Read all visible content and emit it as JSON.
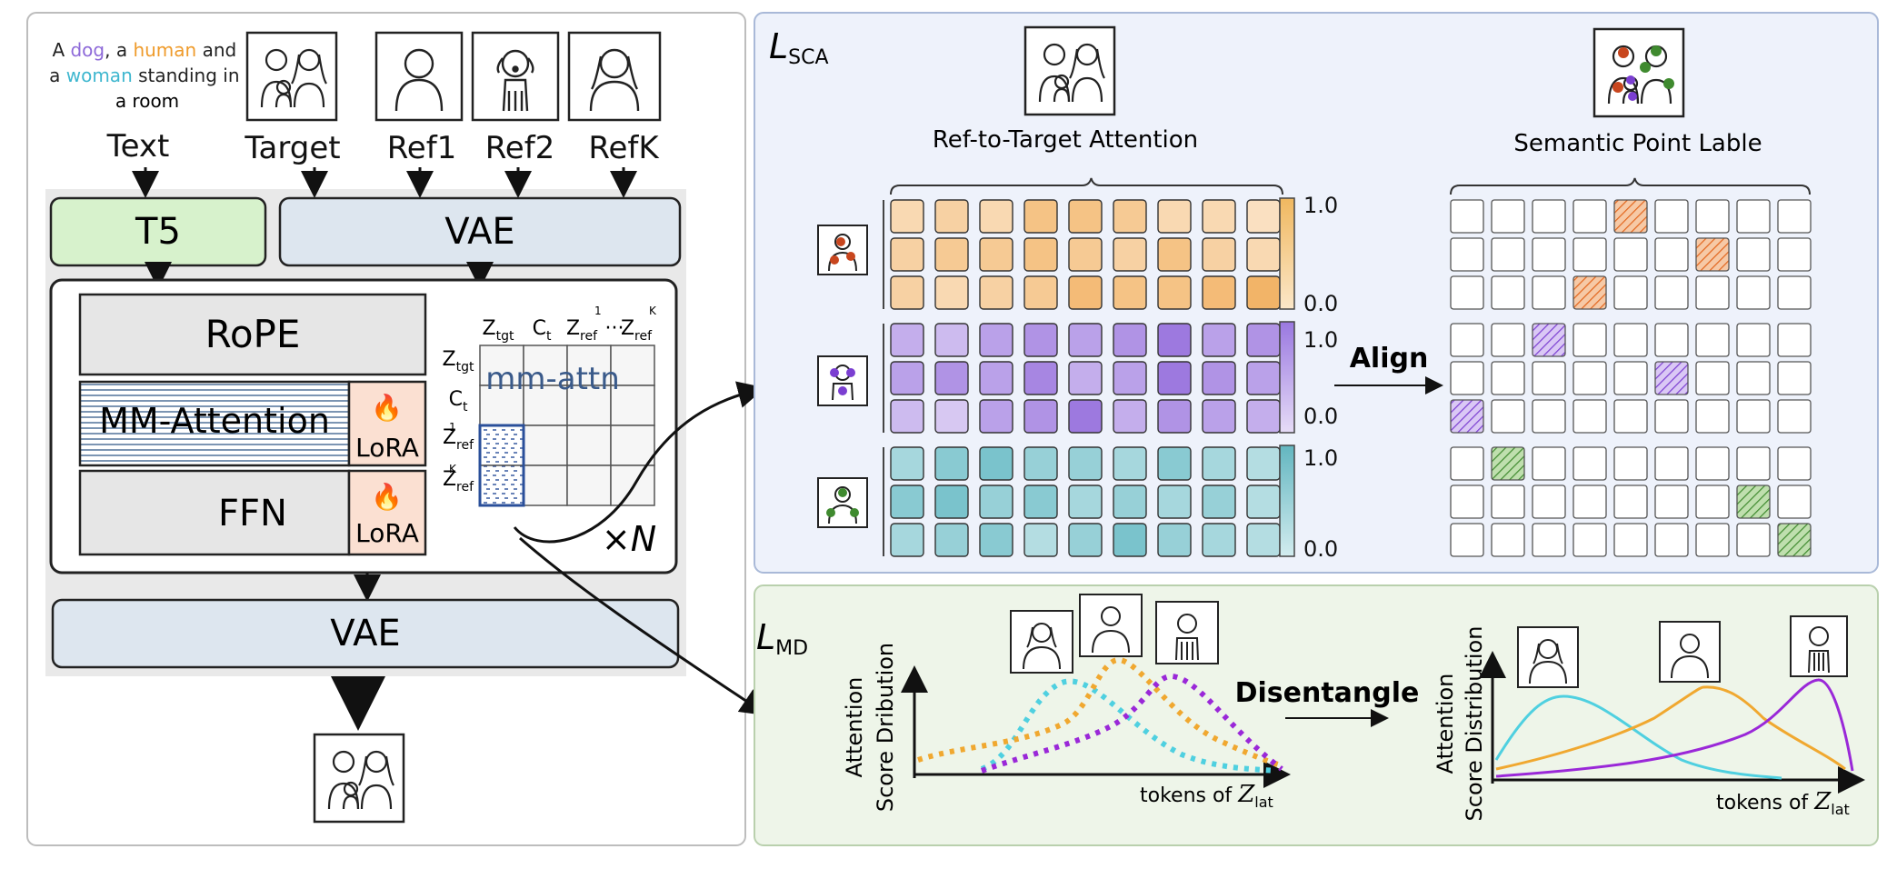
{
  "left": {
    "caption_parts": [
      {
        "text": "A ",
        "color": "#222222"
      },
      {
        "text": "dog",
        "color": "#8e6ad9"
      },
      {
        "text": ", a ",
        "color": "#222222"
      },
      {
        "text": "human",
        "color": "#ef9b2b"
      },
      {
        "text": " and",
        "color": "#222222"
      }
    ],
    "caption_line2_parts": [
      {
        "text": "a ",
        "color": "#222222"
      },
      {
        "text": "woman",
        "color": "#3fb7cf"
      },
      {
        "text": " standing in",
        "color": "#222222"
      }
    ],
    "caption_line3": "a room",
    "inputs": [
      "Text",
      "Target",
      "Ref1",
      "Ref2",
      "RefK"
    ],
    "t5": "T5",
    "vae_top": "VAE",
    "rope": "RoPE",
    "mm_attention": "MM-Attention",
    "lora": "LoRA",
    "ffn": "FFN",
    "repeat": "×N",
    "vae_bottom": "VAE",
    "matrix": {
      "col_headers": [
        "Z",
        "C",
        "Z",
        "···",
        "Z"
      ],
      "col_subs": [
        "tgt",
        "t",
        "ref",
        "",
        "ref"
      ],
      "col_sups": [
        "",
        "",
        "1",
        "",
        "K"
      ],
      "row_headers": [
        "Z",
        "C",
        "Z",
        "Z"
      ],
      "row_subs": [
        "tgt",
        "t",
        "ref",
        "ref"
      ],
      "row_sups": [
        "",
        "",
        "1",
        "K"
      ],
      "label": "mm-attn"
    }
  },
  "sca": {
    "title_main": "L",
    "title_sub": "SCA",
    "heading_left": "Ref-to-Target Attention",
    "heading_right": "Semantic Point Lable",
    "align": "Align",
    "scale_top": "1.0",
    "scale_bottom": "0.0",
    "colors": {
      "orange": "#f0a54a",
      "purple": "#8a5fd9",
      "teal": "#4fb0bc",
      "label_orange": "#e8742e",
      "label_purple": "#7b3fd1",
      "label_green": "#4a9a3a"
    }
  },
  "md": {
    "title_main": "L",
    "title_sub": "MD",
    "disentangle": "Disentangle",
    "ylabel_left_1": "Attention",
    "ylabel_left_2": "Score Dribution",
    "ylabel_right_1": "Attention",
    "ylabel_right_2": "Score Distribution",
    "xlabel_text": "tokens of ",
    "xlabel_var": "Z",
    "xlabel_sub": "lat",
    "colors": {
      "cyan": "#4fd0e0",
      "orange": "#f0a830",
      "purple": "#9a28d8"
    }
  }
}
